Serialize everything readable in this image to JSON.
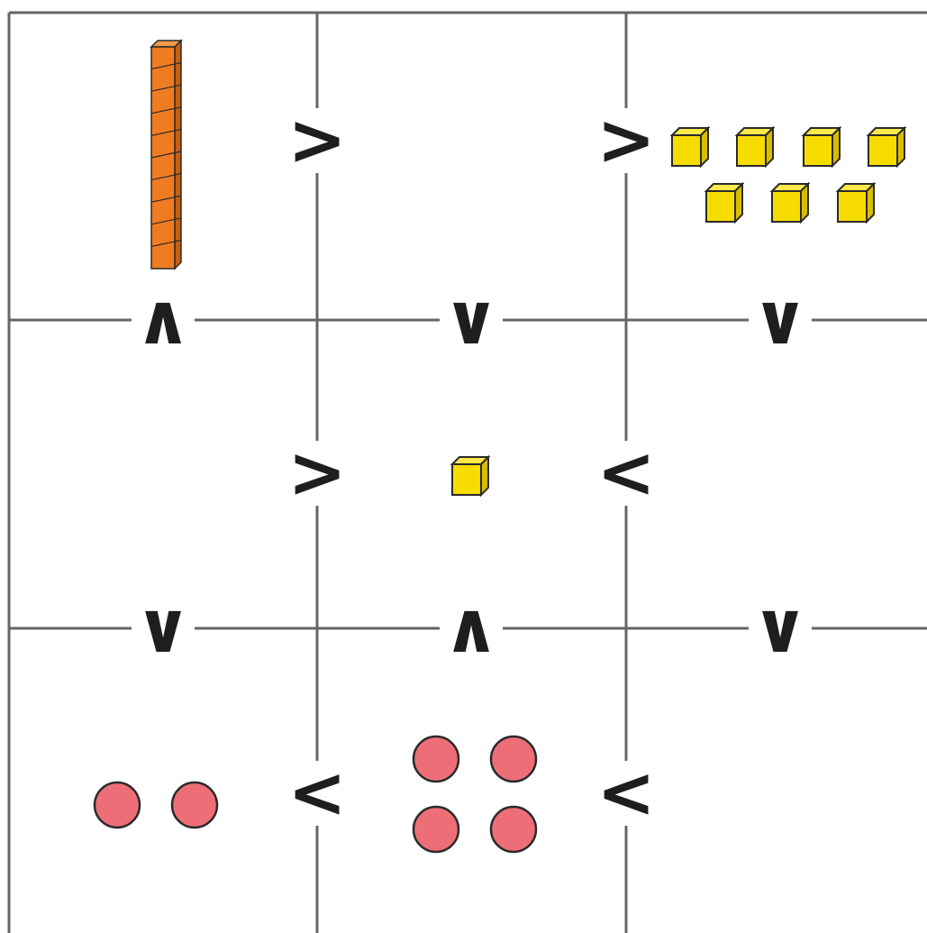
{
  "grid": {
    "rows": 3,
    "cols": 3,
    "cells": [
      {
        "row": 0,
        "col": 0,
        "content": "ten-rod",
        "count": 10,
        "color": "#f07c22"
      },
      {
        "row": 0,
        "col": 1,
        "content": "empty",
        "count": 0
      },
      {
        "row": 0,
        "col": 2,
        "content": "unit-cubes",
        "count": 7,
        "color": "#f7dc00"
      },
      {
        "row": 1,
        "col": 0,
        "content": "empty",
        "count": 0
      },
      {
        "row": 1,
        "col": 1,
        "content": "unit-cubes",
        "count": 1,
        "color": "#f7dc00"
      },
      {
        "row": 1,
        "col": 2,
        "content": "empty",
        "count": 0
      },
      {
        "row": 2,
        "col": 0,
        "content": "counters",
        "count": 2,
        "color": "#ee6e78"
      },
      {
        "row": 2,
        "col": 1,
        "content": "counters",
        "count": 4,
        "color": "#ee6e78"
      },
      {
        "row": 2,
        "col": 2,
        "content": "empty",
        "count": 0
      }
    ]
  },
  "horizontal_symbols": [
    {
      "row": 0,
      "between": [
        0,
        1
      ],
      "glyph": ">"
    },
    {
      "row": 0,
      "between": [
        1,
        2
      ],
      "glyph": ">"
    },
    {
      "row": 1,
      "between": [
        0,
        1
      ],
      "glyph": ">"
    },
    {
      "row": 1,
      "between": [
        1,
        2
      ],
      "glyph": "<"
    },
    {
      "row": 2,
      "between": [
        0,
        1
      ],
      "glyph": "<"
    },
    {
      "row": 2,
      "between": [
        1,
        2
      ],
      "glyph": "<"
    }
  ],
  "vertical_symbols": [
    {
      "col": 0,
      "between": [
        0,
        1
      ],
      "glyph": "^"
    },
    {
      "col": 1,
      "between": [
        0,
        1
      ],
      "glyph": "v"
    },
    {
      "col": 2,
      "between": [
        0,
        1
      ],
      "glyph": "v"
    },
    {
      "col": 0,
      "between": [
        1,
        2
      ],
      "glyph": "v"
    },
    {
      "col": 1,
      "between": [
        1,
        2
      ],
      "glyph": "^"
    },
    {
      "col": 2,
      "between": [
        1,
        2
      ],
      "glyph": "v"
    }
  ],
  "colors": {
    "grid_line": "#666666",
    "symbol": "#1e1e1e",
    "rod": "#f07c22",
    "cube": "#f7dc00",
    "counter": "#ee6e78"
  }
}
